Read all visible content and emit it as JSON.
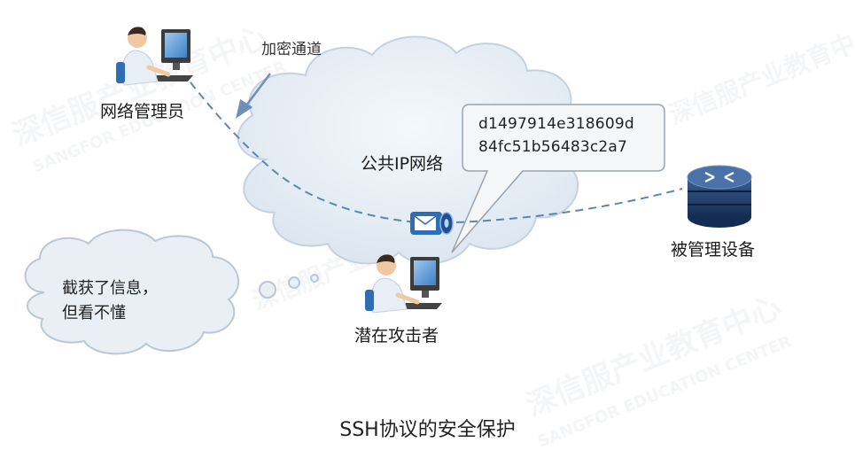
{
  "labels": {
    "admin": "网络管理员",
    "tunnel": "加密通道",
    "network": "公共IP网络",
    "device": "被管理设备",
    "attacker": "潜在攻击者"
  },
  "speech": {
    "line1": "d1497914e318609d",
    "line2": "84fc51b56483c2a7"
  },
  "thought": {
    "line1": "截获了信息，",
    "line2": "但看不懂"
  },
  "caption": "SSH协议的安全保护",
  "watermark": {
    "cn": "深信服产业教育中心",
    "en": "SANGFOR EDUCATION CENTER"
  },
  "colors": {
    "cloud_fill": "#e4ecf4",
    "cloud_stroke": "#c4d2e0",
    "tunnel_line": "#5a86b5",
    "arrow": "#6f8fb8",
    "router": "#1f3e6e",
    "envelope": "#2f6db5"
  }
}
